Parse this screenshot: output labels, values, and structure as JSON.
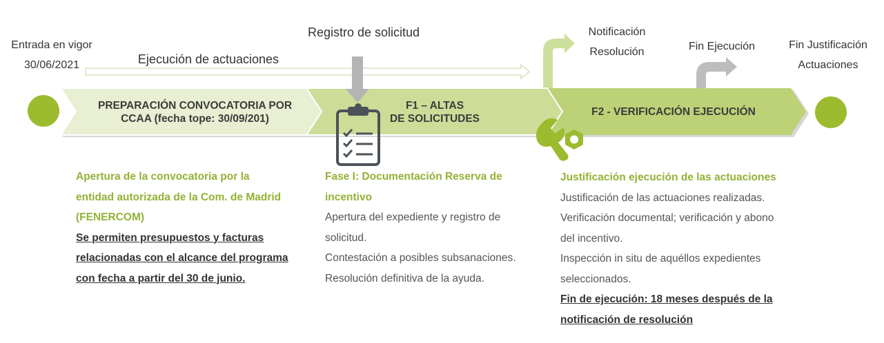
{
  "milestones": {
    "entrada": [
      "Entrada en vigor",
      "30/06/2021"
    ],
    "registro": "Registro de solicitud",
    "ejecucion": "Ejecución de actuaciones",
    "notificacion": [
      "Notificación",
      "Resolución"
    ],
    "fin_ejecucion": "Fin Ejecución",
    "fin_justificacion": [
      "Fin Justificación",
      "Actuaciones"
    ]
  },
  "phases": {
    "prep": [
      "PREPARACIÓN CONVOCATORIA POR",
      "CCAA (fecha tope: 30/09/201)"
    ],
    "f1": [
      "F1 – ALTAS",
      "DE SOLICITUDES"
    ],
    "f2": "F2 - VERIFICACIÓN EJECUCIÓN"
  },
  "columns": {
    "col1": {
      "heading": [
        "Apertura de la convocatoria por la",
        "entidad autorizada de la Com. de Madrid",
        "(FENERCOM)"
      ],
      "underlined": [
        "Se permiten presupuestos y facturas",
        "relacionadas con el alcance del programa",
        "con fecha a partir del 30 de junio."
      ]
    },
    "col2": {
      "heading": [
        "Fase I: Documentación Reserva de",
        "incentivo"
      ],
      "lines": [
        "Apertura del expediente y registro de",
        "solicitud.",
        "Contestación a posibles subsanaciones.",
        "Resolución definitiva de la ayuda."
      ]
    },
    "col3": {
      "heading": [
        "Justificación ejecución de las actuaciones"
      ],
      "lines": [
        "Justificación de las actuaciones realizadas.",
        "Verificación documental; verificación y abono",
        "del incentivo.",
        "Inspección in situ de aquéllos expedientes",
        "seleccionados."
      ],
      "underlined": [
        "Fin de ejecución: 18 meses después de la",
        "notificación de resolución"
      ]
    }
  },
  "colors": {
    "pale": "#e8efd2",
    "mid": "#cddc97",
    "dark": "#bdd176",
    "accent": "#9cbb2e",
    "arrow_pale": "#d1e0a0",
    "arrow_gray": "#bdbdbd",
    "icon": "#4b5258"
  }
}
